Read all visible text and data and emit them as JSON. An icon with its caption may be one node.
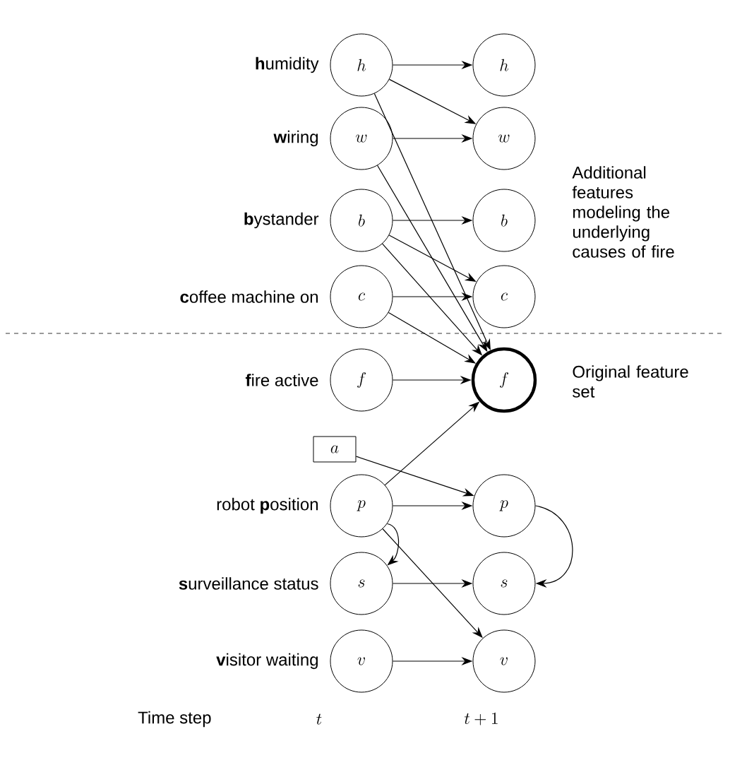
{
  "diagram": {
    "nodes": [
      {
        "text": [
          "h"
        ],
        "beside": [
          "**h**umidity"
        ]
      },
      {
        "text": [
          "w"
        ],
        "beside": [
          "**w**iring"
        ]
      },
      {
        "text": [
          "b"
        ],
        "beside": [
          "**b**ystander"
        ]
      },
      {
        "text": [
          "c"
        ],
        "beside": [
          "**c**offee machine on"
        ]
      },
      {
        "text": [
          "f"
        ],
        "beside": [
          "**f**ire active"
        ]
      },
      {
        "text": [
          "p"
        ],
        "beside": [
          "robot **p**osition"
        ]
      },
      {
        "text": [
          "s"
        ],
        "beside": [
          "**s**urveillance status"
        ]
      },
      {
        "text": [
          "v"
        ],
        "beside": [
          "**v**isitor waiting"
        ]
      },
      {
        "text": [
          "h"
        ]
      },
      {
        "text": [
          "w"
        ]
      },
      {
        "text": [
          "b"
        ]
      },
      {
        "text": [
          "c"
        ]
      },
      {
        "text": [
          "f"
        ]
      },
      {
        "text": [
          "p"
        ]
      },
      {
        "text": [
          "s"
        ]
      },
      {
        "text": [
          "v"
        ]
      },
      {
        "text": [
          "a"
        ]
      }
    ],
    "edges": [
      {
        "from": 0,
        "to": 8,
        "arrow": "to"
      },
      {
        "from": 0,
        "to": 9,
        "arrow": "to"
      },
      {
        "from": 0,
        "to": 12,
        "arrow": "to"
      },
      {
        "from": 1,
        "to": 9,
        "arrow": "to"
      },
      {
        "from": 1,
        "to": 12,
        "arrow": "to"
      },
      {
        "from": 2,
        "to": 10,
        "arrow": "to"
      },
      {
        "from": 2,
        "to": 11,
        "arrow": "to"
      },
      {
        "from": 2,
        "to": 12,
        "arrow": "to"
      },
      {
        "from": 3,
        "to": 11,
        "arrow": "to"
      },
      {
        "from": 3,
        "to": 12,
        "arrow": "to"
      },
      {
        "from": 4,
        "to": 12,
        "arrow": "to"
      },
      {
        "from": 5,
        "to": 12,
        "arrow": "to"
      },
      {
        "from": 16,
        "to": 13,
        "arrow": "to"
      },
      {
        "from": 5,
        "to": 13,
        "arrow": "to"
      },
      {
        "from": 5,
        "to": 15,
        "arrow": "to"
      },
      {
        "from": 5,
        "to": 6,
        "arrow": "to"
      },
      {
        "from": 6,
        "to": 14,
        "arrow": "to"
      },
      {
        "from": 7,
        "to": 15,
        "arrow": "to"
      },
      {
        "from": 13,
        "to": 14,
        "arrow": "to"
      }
    ],
    "labels": [
      "Additional features modeling the underlying causes of fire",
      "Original feature set",
      "Time step",
      "t",
      "t+1"
    ]
  }
}
